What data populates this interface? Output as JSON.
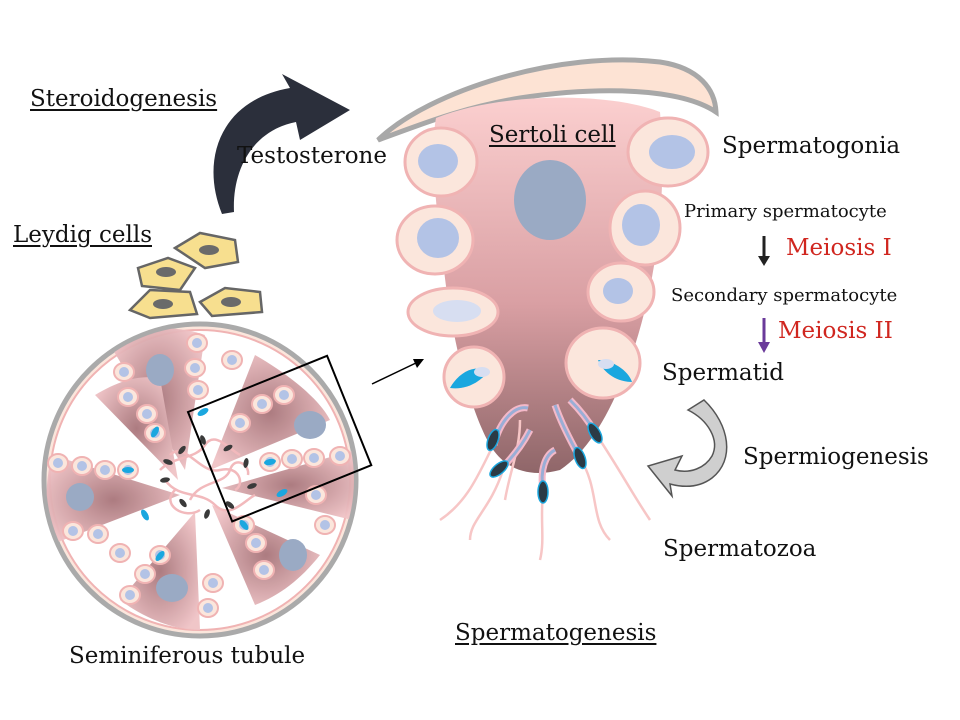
{
  "labels": {
    "steroidogenesis": "Steroidogenesis",
    "testosterone": "Testosterone",
    "leydig_cells": "Leydig cells",
    "sertoli_cell": "Sertoli cell",
    "spermatogonia": "Spermatogonia",
    "primary_spermatocyte": "Primary spermatocyte",
    "meiosis_1": "Meiosis I",
    "secondary_spermatocyte": "Secondary spermatocyte",
    "meiosis_2": "Meiosis II",
    "spermatid": "Spermatid",
    "spermiogenesis": "Spermiogenesis",
    "spermatozoa": "Spermatozoa",
    "spermatogenesis": "Spermatogenesis",
    "seminiferous_tubule": "Seminiferous tubule"
  },
  "colors": {
    "sertoli_top": "#f9c9c9",
    "sertoli_bottom": "#8e6468",
    "cell_outer": "#fbe6dc",
    "cell_nucleus": "#b3c3e6",
    "leydig_fill": "#f7df8f",
    "arrow_dark": "#2b2f3b",
    "meiosis_2_arrow": "#6a3a9a",
    "label_red": "#d0261f",
    "spermatid_blue": "#1aa7df"
  },
  "icons": {
    "testosterone_arrow": "curved-arrow-icon",
    "spermiogenesis_arrow": "curved-hollow-arrow-icon"
  }
}
